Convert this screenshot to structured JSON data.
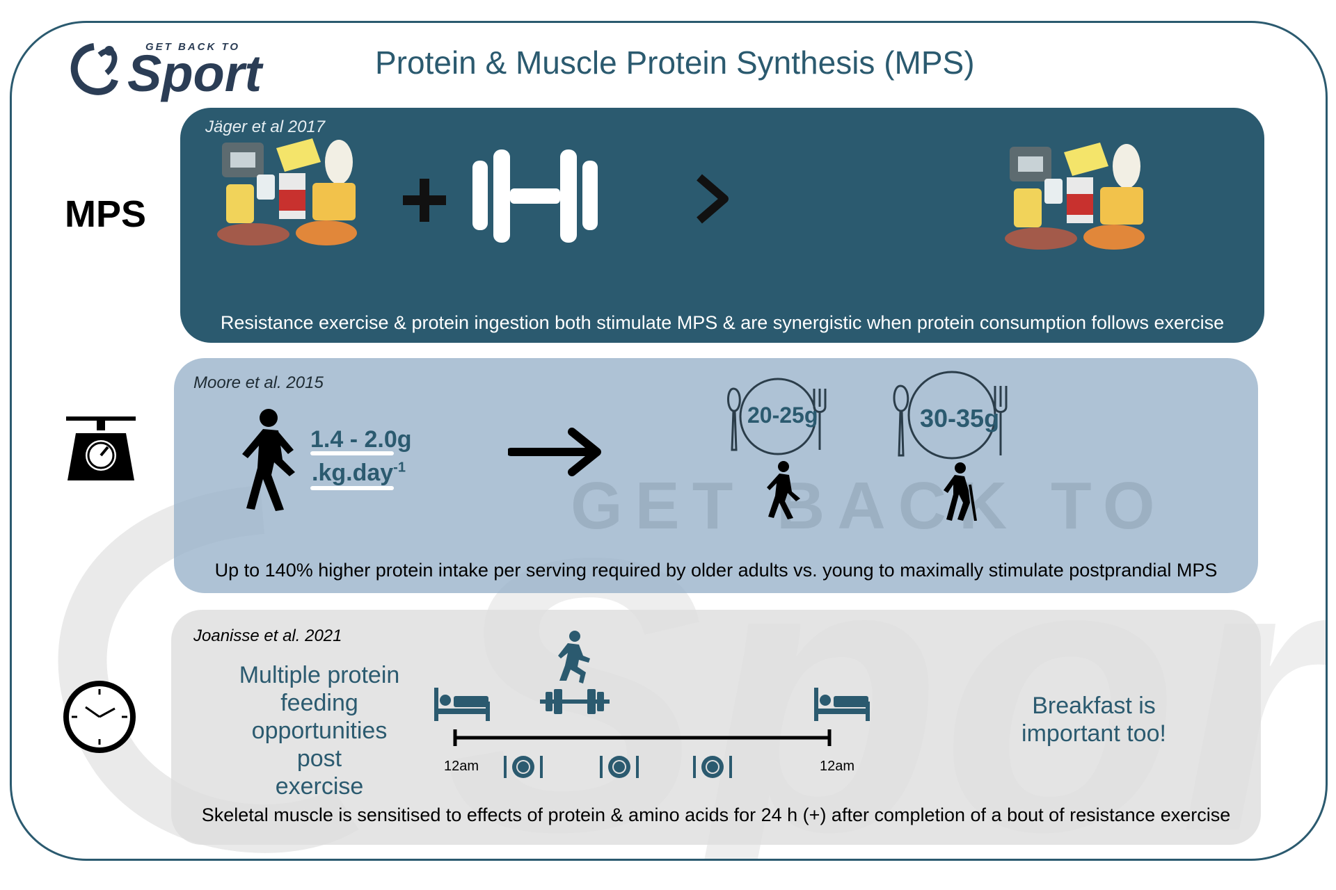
{
  "header": {
    "logo_small": "GET BACK TO",
    "logo_big": "Sport",
    "title": "Protein & Muscle Protein Synthesis (MPS)"
  },
  "row1": {
    "side_label": "MPS",
    "citation": "Jäger et al 2017",
    "plus": "+",
    "greater": ">",
    "caption": "Resistance exercise & protein ingestion both stimulate MPS & are synergistic when protein consumption follows exercise"
  },
  "row2": {
    "citation": "Moore et al. 2015",
    "intake_line1": "1.4 - 2.0g",
    "intake_line2": ".kg.day",
    "intake_exp": "-1",
    "young_serving": "20-25g",
    "older_serving": "30-35g",
    "watermark_text": "GET BACK TO",
    "caption": "Up to 140% higher protein intake per serving required by older adults vs. young to maximally stimulate postprandial MPS"
  },
  "row3": {
    "citation": "Joanisse et al. 2021",
    "left_text": [
      "Multiple protein",
      "feeding",
      "opportunities post",
      "exercise"
    ],
    "right_text": [
      "Breakfast is",
      "important too!"
    ],
    "time_start": "12am",
    "time_end": "12am",
    "caption": "Skeletal muscle is sensitised to effects of protein & amino acids for 24 h (+) after completion of a bout of resistance exercise"
  },
  "colors": {
    "teal": "#2b5a6f",
    "panel2": "#97b1c9",
    "panel3": "#dedede"
  },
  "icons": [
    "food-group-icon",
    "plus-icon",
    "dumbbell-icon",
    "greater-than-icon",
    "scale-icon",
    "walking-person-icon",
    "arrow-right-icon",
    "plate-cutlery-icon",
    "elderly-walker-icon",
    "clock-icon",
    "bed-icon",
    "runner-icon",
    "barbell-icon",
    "meal-icon"
  ]
}
